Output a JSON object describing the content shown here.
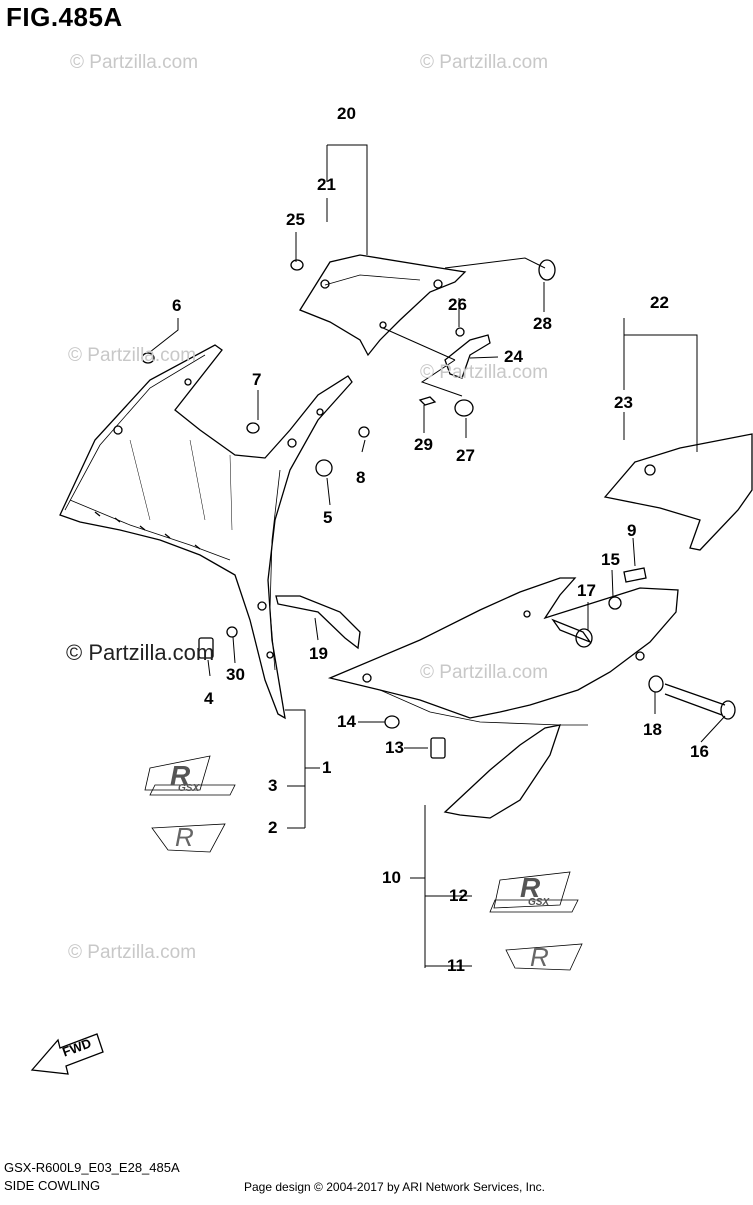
{
  "figure": {
    "title": "FIG.485A",
    "model_code": "GSX-R600L9_E03_E28_485A",
    "section_name": "SIDE COWLING",
    "footer": "Page design © 2004-2017 by ARI Network Services, Inc.",
    "fwd_label": "FWD"
  },
  "watermarks": [
    "© Partzilla.com",
    "© Partzilla.com",
    "© Partzilla.com",
    "© Partzilla.com",
    "© Partzilla.com",
    "© Partzilla.com",
    "© Partzilla.com"
  ],
  "emblems": {
    "gsx": "GSX",
    "r": "R"
  },
  "callouts": [
    "1",
    "2",
    "3",
    "4",
    "5",
    "6",
    "7",
    "8",
    "9",
    "10",
    "11",
    "12",
    "13",
    "14",
    "15",
    "16",
    "17",
    "18",
    "19",
    "20",
    "21",
    "22",
    "23",
    "24",
    "25",
    "26",
    "27",
    "28",
    "29",
    "30"
  ],
  "colors": {
    "line": "#000000",
    "watermark": "#c8c8c8",
    "background": "#ffffff"
  }
}
